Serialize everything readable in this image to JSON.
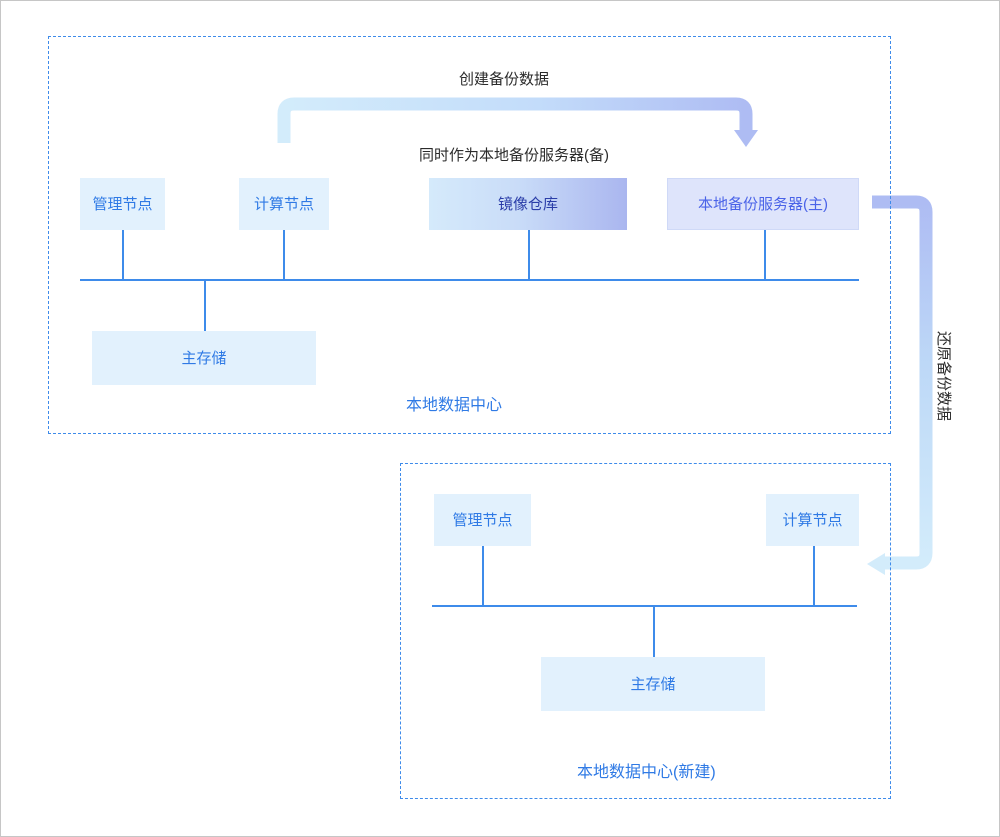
{
  "diagram": {
    "title_hidden": "",
    "colors": {
      "zone_border": "#3e8bea",
      "node_fill": "#e2f1fd",
      "node_text": "#2f7ae5",
      "registry_gradient_from": "#d5eafb",
      "registry_gradient_to": "#aab6ef",
      "backup_primary_fill": "#dee4fb",
      "backup_primary_text": "#4a63e8",
      "line": "#3e8bea",
      "arrow_from": "#d3ecfb",
      "arrow_to": "#aebcf3",
      "callout_text": "#2b2b2b",
      "page_border": "#c6c6c6"
    },
    "zones": [
      {
        "id": "local-dc",
        "label": "本地数据中心"
      },
      {
        "id": "local-dc-new",
        "label": "本地数据中心(新建)"
      }
    ],
    "top_zone": {
      "label": "本地数据中心",
      "nodes": [
        {
          "id": "management-node",
          "label": "管理节点"
        },
        {
          "id": "compute-node",
          "label": "计算节点"
        },
        {
          "id": "image-registry",
          "label": "镜像仓库"
        },
        {
          "id": "local-backup-server-primary",
          "label": "本地备份服务器(主)"
        },
        {
          "id": "primary-storage",
          "label": "主存储"
        }
      ],
      "annotation_registry": "同时作为本地备份服务器(备)"
    },
    "bottom_zone": {
      "label": "本地数据中心(新建)",
      "nodes": [
        {
          "id": "management-node",
          "label": "管理节点"
        },
        {
          "id": "compute-node",
          "label": "计算节点"
        },
        {
          "id": "primary-storage",
          "label": "主存储"
        }
      ]
    },
    "arrows": [
      {
        "id": "create-backup-data",
        "label": "创建备份数据",
        "direction": "right-then-down"
      },
      {
        "id": "restore-backup-data",
        "label": "还原备份数据",
        "direction": "down-then-left"
      }
    ]
  }
}
